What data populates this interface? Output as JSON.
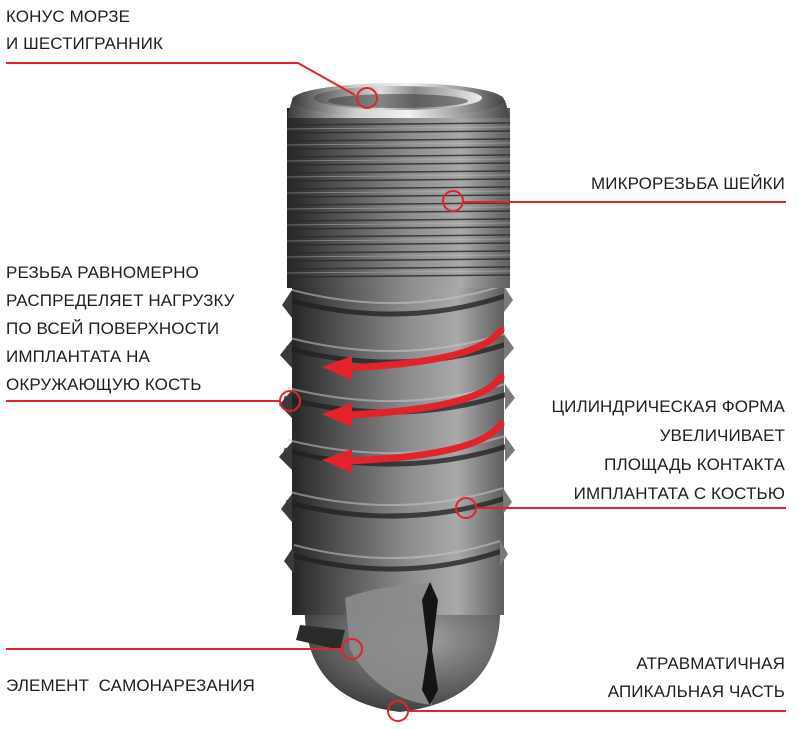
{
  "colors": {
    "accent_red": "#e3232b",
    "text": "#1e1e1e",
    "background": "#ffffff",
    "implant_dark": "#2e2e2e",
    "implant_mid": "#6b6b6b",
    "implant_light": "#b5b5b5"
  },
  "subject": "dental-implant",
  "callouts": [
    {
      "id": "morse-taper",
      "lines": [
        "КОНУС МОРЗЕ",
        "И ШЕСТИГРАННИК"
      ],
      "side": "left"
    },
    {
      "id": "neck-microthread",
      "lines": [
        "МИКРОРЕЗЬБА ШЕЙКИ"
      ],
      "side": "right"
    },
    {
      "id": "thread-load",
      "lines": [
        "РЕЗЬБА РАВНОМЕРНО",
        "РАСПРЕДЕЛЯЕТ НАГРУЗКУ",
        "ПО ВСЕЙ ПОВЕРХНОСТИ",
        "ИМПЛАНТАТА НА",
        "ОКРУЖАЮЩУЮ КОСТЬ"
      ],
      "side": "left"
    },
    {
      "id": "cylindrical-form",
      "lines": [
        "ЦИЛИНДРИЧЕСКАЯ ФОРМА",
        "УВЕЛИЧИВАЕТ",
        "ПЛОЩАДЬ КОНТАКТА",
        "ИМПЛАНТАТА С КОСТЬЮ"
      ],
      "side": "right"
    },
    {
      "id": "self-tapping",
      "lines": [
        "ЭЛЕМЕНТ  САМОНАРЕЗАНИЯ"
      ],
      "side": "left"
    },
    {
      "id": "atraumatic-apex",
      "lines": [
        "АТРАВМАТИЧНАЯ",
        "АПИКАЛЬНАЯ ЧАСТЬ"
      ],
      "side": "right"
    }
  ],
  "arrows": {
    "count": 3,
    "direction": "left",
    "meaning": "thread-rotation"
  }
}
